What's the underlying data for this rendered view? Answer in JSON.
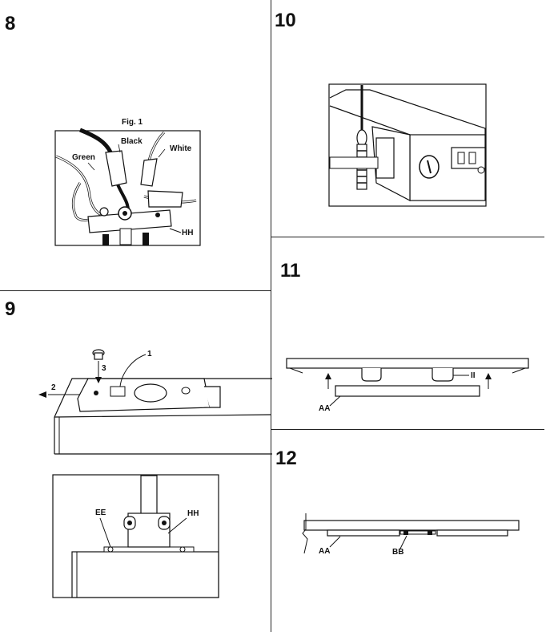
{
  "steps": [
    {
      "number": "8",
      "fig_caption": "Fig. 1",
      "labels": {
        "black": "Black",
        "white": "White",
        "green": "Green",
        "hh": "HH"
      }
    },
    {
      "number": "9",
      "labels": {
        "c1": "1",
        "c2": "2",
        "c3": "3",
        "ee": "EE",
        "hh": "HH"
      }
    },
    {
      "number": "10"
    },
    {
      "number": "11",
      "labels": {
        "aa": "AA",
        "ii": "II"
      }
    },
    {
      "number": "12",
      "labels": {
        "aa": "AA",
        "bb": "BB"
      }
    }
  ]
}
